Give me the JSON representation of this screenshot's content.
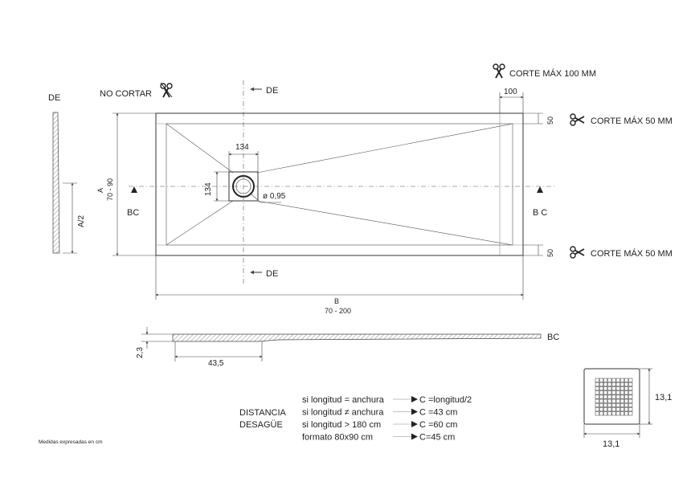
{
  "labels": {
    "de_left": "DE",
    "no_cortar": "NO CORTAR",
    "de_top": "DE",
    "de_bottom": "DE",
    "corte_100": "CORTE MÁX 100 MM",
    "corte_50_top": "CORTE MÁX 50 MM",
    "corte_50_bottom": "CORTE MÁX 50 MM",
    "dim_100": "100",
    "dim_50_top": "50",
    "dim_50_bottom": "50",
    "dim_134_h": "134",
    "dim_134_v": "134",
    "diameter": "ø 0,95",
    "bc_left": "BC",
    "bc_right": "B C",
    "a_letter": "A",
    "a_range": "70 - 90",
    "a_half": "A/2",
    "b_letter": "B",
    "b_range": "70 - 200",
    "bc_section": "BC",
    "dim_2_3": "2,3",
    "dim_43_5": "43,5",
    "grid_w": "13,1",
    "grid_h": "13,1",
    "medidas": "Medidas expresadas en cm"
  },
  "distancia": {
    "title_line1": "DISTANCIA",
    "title_line2": "DESAGÜE",
    "rows": [
      {
        "cond": "si longitud = anchura",
        "result": "C =longitud/2"
      },
      {
        "cond": "si longitud ≠ anchura",
        "result": "C =43 cm"
      },
      {
        "cond": "si longitud > 180 cm",
        "result": "C =60 cm"
      },
      {
        "cond": "formato 80x90 cm",
        "result": "C=45 cm"
      }
    ]
  }
}
